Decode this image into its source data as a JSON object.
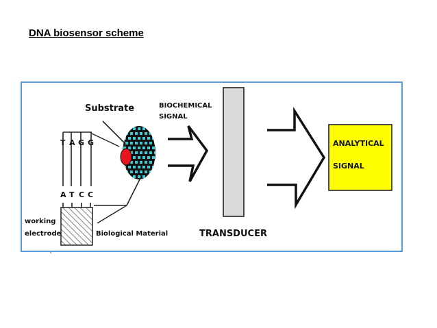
{
  "title": "DNA biosensor scheme",
  "labels": {
    "substrate": "Substrate",
    "biochemical_signal_line1": "BIOCHEMICAL",
    "biochemical_signal_line2": "SIGNAL",
    "transducer": "TRANSDUCER",
    "analytical_signal_line1": "ANALYTICAL",
    "analytical_signal_line2": "SIGNAL",
    "working_electrode_line1": "working",
    "working_electrode_line2": "electrode",
    "biological_material": "Biological Material"
  },
  "dna": {
    "top_bases": [
      "T",
      "A",
      "G",
      "G"
    ],
    "bottom_bases": [
      "A",
      "T",
      "C",
      "C"
    ]
  },
  "colors": {
    "frame_border": "#5b9bd5",
    "substrate_dots": "#3ec9d6",
    "substrate_red": "#e8141c",
    "transducer_fill": "#d9d9d9",
    "analytical_fill": "#ffff00"
  }
}
